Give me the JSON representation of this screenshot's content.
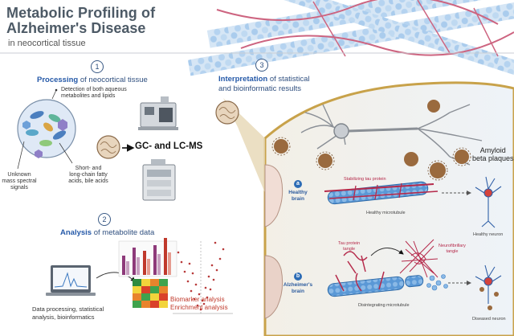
{
  "header": {
    "title_line1": "Metabolic Profiling of",
    "title_line2": "Alzheimer's Disease",
    "subtitle": "in neocortical tissue"
  },
  "step1": {
    "number": "1",
    "heading_bold": "Processing",
    "heading_rest": " of neocortical tissue",
    "detection_line1": "Detection of both aqueous",
    "detection_line2": "metabolites and lipids",
    "unknown_line1": "Unknown",
    "unknown_line2": "mass spectral",
    "unknown_line3": "signals",
    "fatty_line1": "Short- and",
    "fatty_line2": "long-chain fatty",
    "fatty_line3": "acids, bile acids",
    "ms_label": "GC- and LC-MS"
  },
  "step2": {
    "number": "2",
    "heading_bold": "Analysis",
    "heading_rest": " of metabolite data",
    "processing_line1": "Data processing, statistical",
    "processing_line2": "analysis, bioinformatics",
    "biomarker": "Biomarker analysis",
    "enrichment": "Enrichment analysis"
  },
  "step3": {
    "number": "3",
    "heading_bold": "Interpretation",
    "heading_rest": " of statistical",
    "heading_line2": "and bioinformatic results",
    "amyloid_line1": "Amyloid",
    "amyloid_line2": "beta plaques",
    "healthy_badge": "a",
    "healthy_line1": "Healthy",
    "healthy_line2": "brain",
    "stabilizing": "Stabilizing tau protein",
    "healthy_microtubule": "Healthy microtubule",
    "healthy_neuron": "Healthy neuron",
    "alz_badge": "b",
    "alz_line1": "Alzheimer's",
    "alz_line2": "brain",
    "tau_tangle_line1": "Tau protein",
    "tau_tangle_line2": "tangle",
    "neuro_line1": "Neurofibrillary",
    "neuro_line2": "tangle",
    "disintegrating": "Disintegrating microtubule",
    "diseased_neuron": "Diseased neuron"
  },
  "colors": {
    "title": "#4d5a66",
    "heading_accent": "#2559a8",
    "panel_border": "#c8a24a",
    "panel_fill": "#eef3f8",
    "microtubule": "#3b7fc4",
    "tau": "#b5294a",
    "plaque": "#9a6a3e"
  }
}
